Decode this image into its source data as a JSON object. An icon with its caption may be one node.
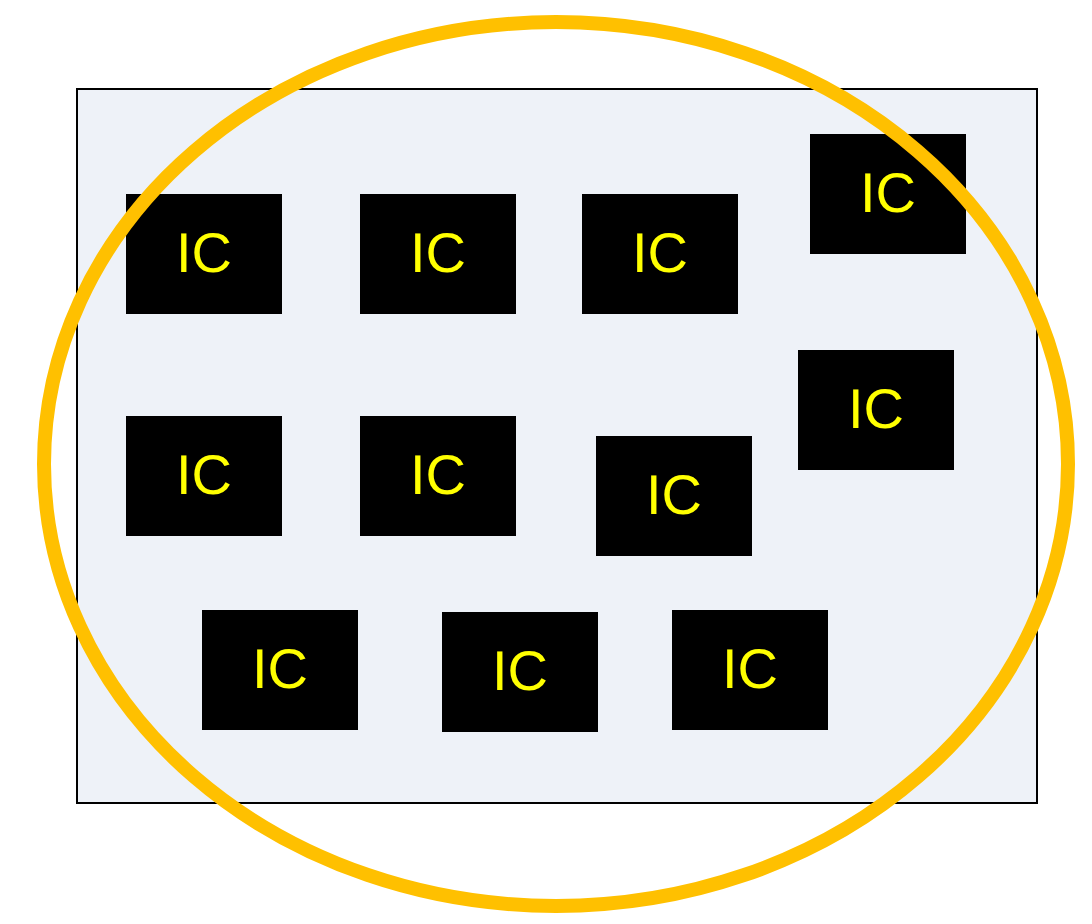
{
  "diagram": {
    "nodes": [
      {
        "text": [],
        "shape": "box"
      },
      {
        "text": [
          "IC"
        ],
        "in": 0
      },
      {
        "text": [
          "IC"
        ],
        "in": 0
      },
      {
        "text": [
          "IC"
        ],
        "in": 0
      },
      {
        "text": [
          "IC"
        ],
        "in": 0
      },
      {
        "text": [
          "IC"
        ],
        "in": 0
      },
      {
        "text": [
          "IC"
        ],
        "in": 0
      },
      {
        "text": [
          "IC"
        ],
        "in": 0
      },
      {
        "text": [
          "IC"
        ],
        "in": 0
      },
      {
        "text": [
          "IC"
        ],
        "in": 0
      },
      {
        "text": [
          "IC"
        ],
        "in": 0
      },
      {
        "text": [
          "IC"
        ],
        "in": 0
      }
    ]
  }
}
